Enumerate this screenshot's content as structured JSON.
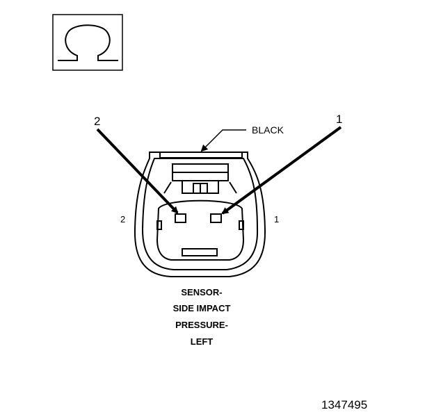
{
  "symbol": {
    "icon": "ohm-icon"
  },
  "connector": {
    "wire_color_label": "BLACK",
    "callouts": [
      {
        "id": "callout-2",
        "text": "2"
      },
      {
        "id": "callout-1",
        "text": "1"
      }
    ],
    "pin_labels": [
      {
        "id": "pin-2",
        "text": "2"
      },
      {
        "id": "pin-1",
        "text": "1"
      }
    ]
  },
  "caption": {
    "lines": [
      "SENSOR-",
      "SIDE IMPACT",
      "PRESSURE-",
      "LEFT"
    ]
  },
  "figure_number": "1347495"
}
